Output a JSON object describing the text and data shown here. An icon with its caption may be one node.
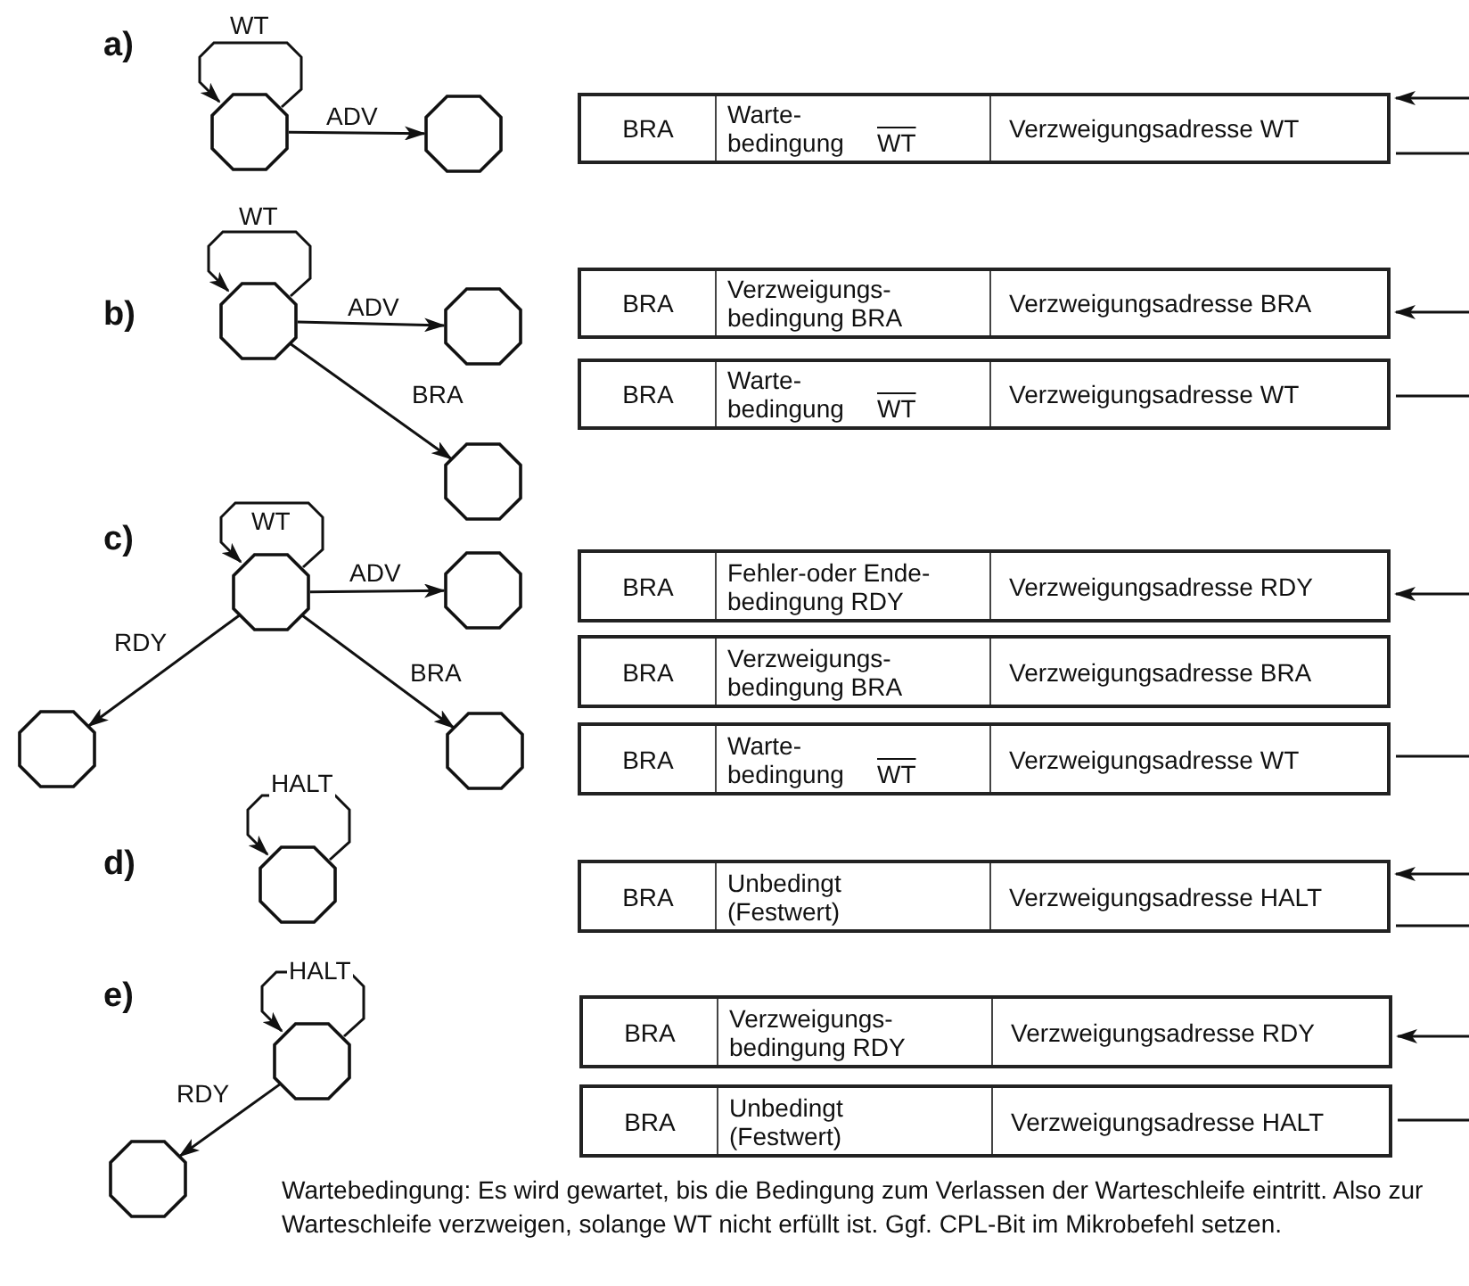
{
  "diagram": {
    "nodes": [
      {
        "text": [],
        "shape": "octagon"
      },
      {
        "text": [],
        "shape": "octagon"
      },
      {
        "text": [
          "BRA",
          "Warte- bedingung",
          "WT",
          "Verzweigungsadresse WT"
        ]
      },
      {
        "text": [],
        "shape": "octagon"
      },
      {
        "text": [],
        "shape": "octagon"
      },
      {
        "text": [],
        "shape": "octagon"
      },
      {
        "text": [
          "BRA",
          "Verzweigungs- bedingung BRA",
          "Verzweigungsadresse BRA"
        ]
      },
      {
        "text": [
          "BRA",
          "Warte- bedingung",
          "WT",
          "Verzweigungsadresse WT"
        ]
      },
      {
        "text": [],
        "shape": "octagon"
      },
      {
        "text": [],
        "shape": "octagon"
      },
      {
        "text": [],
        "shape": "octagon"
      },
      {
        "text": [],
        "shape": "octagon"
      },
      {
        "text": [
          "BRA",
          "Fehler-oder Ende- bedingung RDY",
          "Verzweigungsadresse RDY"
        ]
      },
      {
        "text": [
          "BRA",
          "Verzweigungs- bedingung BRA",
          "Verzweigungsadresse BRA"
        ]
      },
      {
        "text": [
          "BRA",
          "Warte- bedingung",
          "WT",
          "Verzweigungsadresse WT"
        ]
      },
      {
        "text": [],
        "shape": "octagon"
      },
      {
        "text": [
          "BRA",
          "Unbedingt (Festwert)",
          "Verzweigungsadresse HALT"
        ]
      },
      {
        "text": [],
        "shape": "octagon"
      },
      {
        "text": [],
        "shape": "octagon"
      },
      {
        "text": [
          "BRA",
          "Verzweigungs- bedingung RDY",
          "Verzweigungsadresse RDY"
        ]
      },
      {
        "text": [
          "BRA",
          "Unbedingt (Festwert)",
          "Verzweigungsadresse HALT"
        ]
      }
    ],
    "edges": [
      {
        "from": 0,
        "to": 0,
        "label": "WT",
        "arrow": "to"
      },
      {
        "from": 0,
        "to": 1,
        "label": "ADV",
        "arrow": "to"
      },
      {
        "from": null,
        "to": 2,
        "arrow": "to"
      },
      {
        "from": 2,
        "to": null,
        "arrow": "none"
      },
      {
        "from": 3,
        "to": 3,
        "label": "WT",
        "arrow": "to"
      },
      {
        "from": 3,
        "to": 4,
        "label": "ADV",
        "arrow": "to"
      },
      {
        "from": 3,
        "to": 5,
        "label": "BRA",
        "arrow": "to"
      },
      {
        "from": null,
        "to": 6,
        "arrow": "to"
      },
      {
        "from": 7,
        "to": null,
        "arrow": "none"
      },
      {
        "from": 8,
        "to": 8,
        "label": "WT",
        "arrow": "to"
      },
      {
        "from": 8,
        "to": 9,
        "label": "ADV",
        "arrow": "to"
      },
      {
        "from": 8,
        "to": 10,
        "label": "RDY",
        "arrow": "to"
      },
      {
        "from": 8,
        "to": 11,
        "label": "BRA",
        "arrow": "to"
      },
      {
        "from": null,
        "to": 12,
        "arrow": "to"
      },
      {
        "from": 14,
        "to": null,
        "arrow": "none"
      },
      {
        "from": 15,
        "to": 15,
        "label": "HALT",
        "arrow": "to"
      },
      {
        "from": null,
        "to": 16,
        "arrow": "to"
      },
      {
        "from": 16,
        "to": null,
        "arrow": "none"
      },
      {
        "from": 17,
        "to": 17,
        "label": "HALT",
        "arrow": "to"
      },
      {
        "from": 17,
        "to": 18,
        "label": "RDY",
        "arrow": "to"
      },
      {
        "from": null,
        "to": 19,
        "arrow": "to"
      },
      {
        "from": 20,
        "to": null,
        "arrow": "none"
      }
    ],
    "labels": [
      "a)",
      "b)",
      "c)",
      "d)",
      "e)",
      "Wartebedingung: Es wird gewartet, bis die Bedingung zum Verlassen der Warteschleife eintritt. Also zur Warteschleife verzweigen, solange WT nicht erfüllt ist. Ggf. CPL-Bit im Mikrobefehl setzen."
    ]
  }
}
